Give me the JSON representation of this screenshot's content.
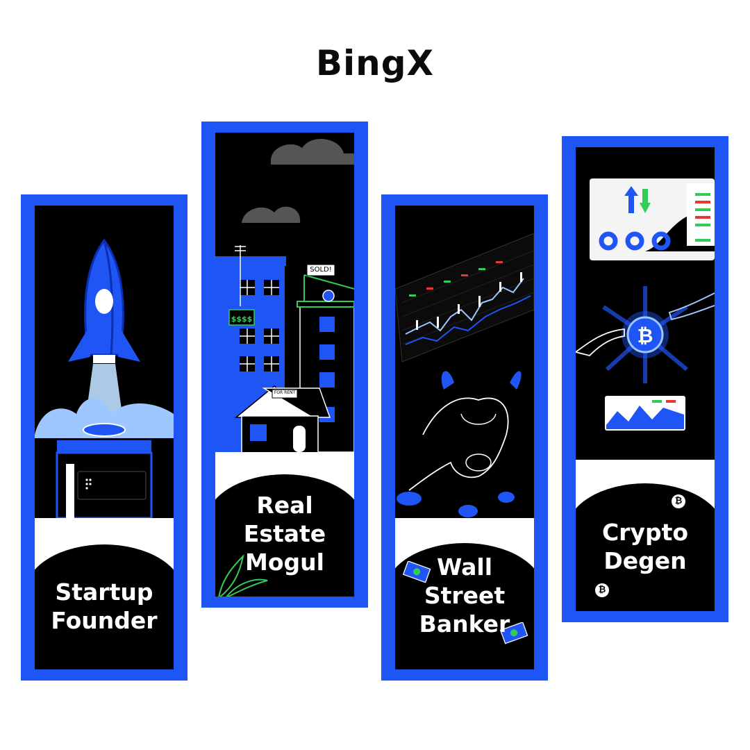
{
  "brand": {
    "logo_text": "BingX"
  },
  "colors": {
    "accent_blue": "#1f54f5",
    "panel_black": "#000000",
    "light_blue": "#9ec7ff",
    "green": "#33cc55",
    "red": "#e53935"
  },
  "cards": [
    {
      "title_lines": [
        "Startup",
        "Founder"
      ],
      "icons": [
        "rocket-icon",
        "launch-pad-icon",
        "exhaust-cloud-icon"
      ]
    },
    {
      "title_lines": [
        "Real",
        "Estate",
        "Mogul"
      ],
      "signs": {
        "sold": "SOLD!",
        "for_rent": "FOR RENT",
        "price": "$$$$"
      },
      "icons": [
        "building-icon",
        "house-icon",
        "cloud-icon",
        "leaf-icon"
      ]
    },
    {
      "title_lines": [
        "Wall",
        "Street",
        "Banker"
      ],
      "icons": [
        "candlestick-board-icon",
        "bull-icon",
        "money-bill-icon"
      ]
    },
    {
      "title_lines": [
        "Crypto",
        "Degen"
      ],
      "icons": [
        "trade-arrows-icon",
        "bitcoin-icon",
        "hand-icon",
        "robot-hand-icon",
        "mini-chart-icon"
      ]
    }
  ]
}
